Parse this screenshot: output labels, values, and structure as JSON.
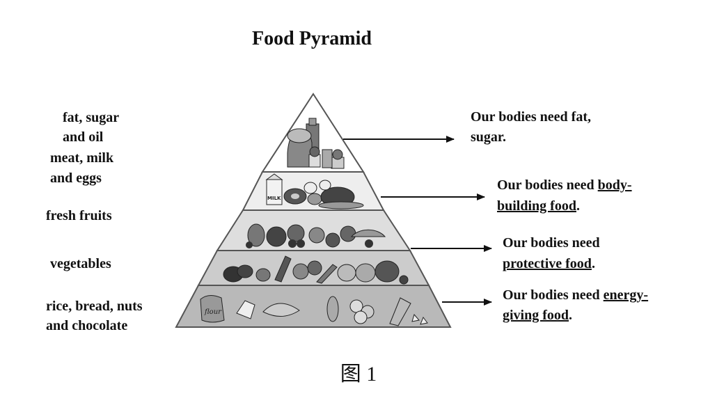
{
  "title": "Food Pyramid",
  "left_labels": [
    "fat, sugar",
    "and oil",
    "meat, milk",
    "and eggs",
    "fresh fruits",
    "vegetables",
    "rice, bread, nuts",
    "and chocolate"
  ],
  "notes": {
    "top": {
      "line1": "Our bodies need fat,",
      "line2": "sugar."
    },
    "body": {
      "prefix": "Our bodies need ",
      "u1": "body-",
      "u2": "building food",
      "suffix": "."
    },
    "protective": {
      "line1": "Our bodies need",
      "u2": "protective food",
      "suffix": "."
    },
    "energy": {
      "prefix": "Our bodies need ",
      "u1": "energy-",
      "u2": "giving food",
      "suffix": "."
    }
  },
  "bottom_tier_text": {
    "flour_sack": "flour"
  },
  "milk_carton_text": "MILK",
  "caption": "图 1"
}
